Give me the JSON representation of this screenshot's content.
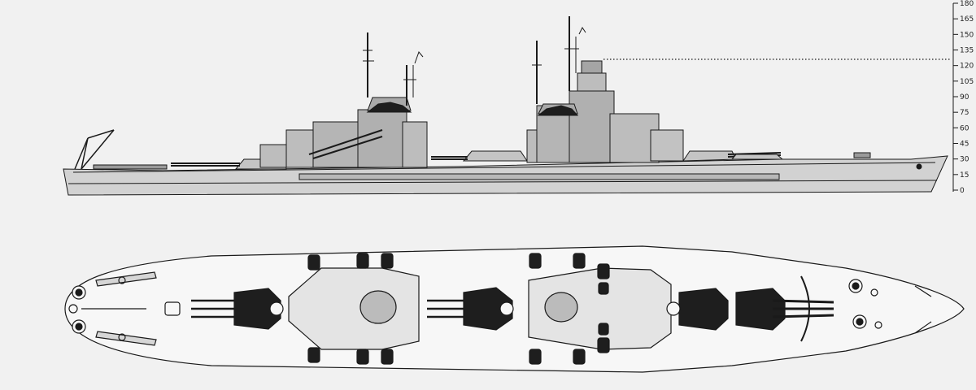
{
  "drawing": {
    "views": [
      "profile",
      "plan"
    ]
  },
  "height_scale": {
    "ticks": [
      "0",
      "15",
      "30",
      "45",
      "60",
      "75",
      "90",
      "105",
      "120",
      "135",
      "150",
      "165",
      "180"
    ]
  },
  "colors": {
    "paper": "#f1f1f1",
    "ink": "#1a1a1a",
    "hull_fill": "#cfcfcf",
    "superstructure_fill": "#bdbdbd",
    "turret_fill": "#1e1e1e"
  }
}
